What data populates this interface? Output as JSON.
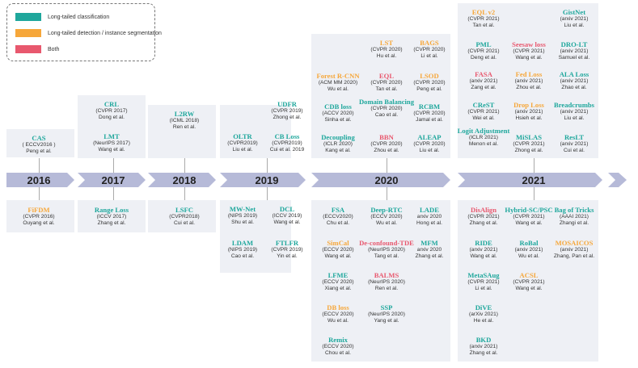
{
  "legend": {
    "items": [
      {
        "label": "Long-tailed classification",
        "color": "#1fa79c"
      },
      {
        "label": "Long-tailed detection / instance segmentation",
        "color": "#f6a73a"
      },
      {
        "label": "Both",
        "color": "#e8586e"
      }
    ]
  },
  "colors": {
    "classification": "#1fa79c",
    "detection": "#f6a73a",
    "both": "#e8586e",
    "panel": "#eef0f5",
    "timeline": "#b6bad8"
  },
  "years": [
    "2016",
    "2017",
    "2018",
    "2019",
    "2020",
    "2021"
  ],
  "entries": [
    {
      "n": "CAS",
      "v": "( ECCV2016 )",
      "a": "Peng et al.",
      "c": "classification"
    },
    {
      "n": "FiFDM",
      "v": "(CVPR 2016)",
      "a": "Ouyang et al.",
      "c": "detection"
    },
    {
      "n": "CRL",
      "v": "(CVPR 2017)",
      "a": "Dong et al.",
      "c": "classification"
    },
    {
      "n": "LMT",
      "v": "(NeurIPS 2017)",
      "a": "Wang et al.",
      "c": "classification"
    },
    {
      "n": "Range Loss",
      "v": "(ICCV 2017)",
      "a": "Zhang et al.",
      "c": "classification"
    },
    {
      "n": "L2RW",
      "v": "(ICML 2018)",
      "a": "Ren et al.",
      "c": "classification"
    },
    {
      "n": "LSFC",
      "v": "(CVPR2018)",
      "a": "Cui et al.",
      "c": "classification"
    },
    {
      "n": "UDFR",
      "v": "(CVPR 2019)",
      "a": "Zhong et al.",
      "c": "classification"
    },
    {
      "n": "OLTR",
      "v": "(CVPR2019)",
      "a": "Liu et al.",
      "c": "classification"
    },
    {
      "n": "CB Loss",
      "v": "(CVPR2019)",
      "a": "Cui et al. 2019",
      "c": "classification"
    },
    {
      "n": "MW-Net",
      "v": "(NIPS 2019)",
      "a": "Shu et al.",
      "c": "classification"
    },
    {
      "n": "DCL",
      "v": "(ICCV 2019)",
      "a": "Wang et al.",
      "c": "classification"
    },
    {
      "n": "LDAM",
      "v": "(NIPS 2019)",
      "a": "Cao et al.",
      "c": "classification"
    },
    {
      "n": "FTLFR",
      "v": "(CVPR 2019)",
      "a": "Yin et al.",
      "c": "classification"
    },
    {
      "n": "LST",
      "v": "(CVPR 2020)",
      "a": "Hu et al.",
      "c": "detection"
    },
    {
      "n": "BAGS",
      "v": "(CVPR 2020)",
      "a": "Li et al.",
      "c": "detection"
    },
    {
      "n": "Forest R-CNN",
      "v": "(ACM MM 2020)",
      "a": "Wu et al.",
      "c": "detection"
    },
    {
      "n": "EQL",
      "v": "(CVPR 2020)",
      "a": "Tan et al.",
      "c": "both"
    },
    {
      "n": "LSOD",
      "v": "(CVPR 2020)",
      "a": "Peng et al.",
      "c": "detection"
    },
    {
      "n": "CDB loss",
      "v": "(ACCV 2020)",
      "a": "Sinha et al.",
      "c": "classification"
    },
    {
      "n": "Domain Balancing",
      "v": "(CVPR 2020)",
      "a": "Cao et al.",
      "c": "classification"
    },
    {
      "n": "RCBM",
      "v": "(CVPR 2020)",
      "a": "Jamal et al.",
      "c": "classification"
    },
    {
      "n": "Decoupling",
      "v": "(ICLR 2020)",
      "a": "Kang et al.",
      "c": "classification"
    },
    {
      "n": "BBN",
      "v": "(CVPR 2020)",
      "a": "Zhou et al.",
      "c": "both"
    },
    {
      "n": "ALEAP",
      "v": "(CVPR 2020)",
      "a": "Liu et al.",
      "c": "classification"
    },
    {
      "n": "FSA",
      "v": "(ECCV2020)",
      "a": "Chu et al.",
      "c": "classification"
    },
    {
      "n": "Deep-RTC",
      "v": "(ECCV 2020)",
      "a": "Wu et al.",
      "c": "classification"
    },
    {
      "n": "LADE",
      "v": "arxiv 2020",
      "a": "Hong et al.",
      "c": "classification"
    },
    {
      "n": "SimCal",
      "v": "(ECCV 2020)",
      "a": "Wang et al.",
      "c": "detection"
    },
    {
      "n": "De-confound-TDE",
      "v": "(NeurIPS 2020)",
      "a": "Tang et al.",
      "c": "both"
    },
    {
      "n": "MFM",
      "v": "arxiv 2020",
      "a": "Zhang et al.",
      "c": "classification"
    },
    {
      "n": "LFME",
      "v": "(ECCV 2020)",
      "a": "Xiang et al.",
      "c": "classification"
    },
    {
      "n": "BALMS",
      "v": "(NeurIPS 2020)",
      "a": "Ren et al.",
      "c": "both"
    },
    {
      "n": "DB loss",
      "v": "(ECCV 2020)",
      "a": "Wu et al.",
      "c": "detection"
    },
    {
      "n": "SSP",
      "v": "(NeurIPS 2020)",
      "a": "Yang et al.",
      "c": "classification"
    },
    {
      "n": "Remix",
      "v": "(ECCV 2020)",
      "a": "Chou et al.",
      "c": "classification"
    },
    {
      "n": "EQL v2",
      "v": "(CVPR 2021)",
      "a": "Tan et al.",
      "c": "detection"
    },
    {
      "n": "GistNet",
      "v": "(arxiv 2021)",
      "a": "Liu et al.",
      "c": "classification"
    },
    {
      "n": "PML",
      "v": "(CVPR 2021)",
      "a": "Deng et al.",
      "c": "classification"
    },
    {
      "n": "Seesaw loss",
      "v": "(CVPR 2021)",
      "a": "Wang et al.",
      "c": "both"
    },
    {
      "n": "DRO-LT",
      "v": "(arxiv 2021)",
      "a": "Samuel et al.",
      "c": "classification"
    },
    {
      "n": "FASA",
      "v": "(arxiv 2021)",
      "a": "Zang et al.",
      "c": "both"
    },
    {
      "n": "Fed Loss",
      "v": "(arxiv 2021)",
      "a": "Zhou et al.",
      "c": "detection"
    },
    {
      "n": "ALA Loss",
      "v": "(arxiv 2021)",
      "a": "Zhao et al.",
      "c": "classification"
    },
    {
      "n": "CReST",
      "v": "(CVPR 2021)",
      "a": "Wei et al.",
      "c": "classification"
    },
    {
      "n": "Drop Loss",
      "v": "(arxiv 2021)",
      "a": "Hsieh et al.",
      "c": "detection"
    },
    {
      "n": "Breadcrumbs",
      "v": "(arxiv 2021)",
      "a": "Liu et al.",
      "c": "classification"
    },
    {
      "n": "Logit Adjustment",
      "v": "(ICLR 2021)",
      "a": "Menon et al.",
      "c": "classification"
    },
    {
      "n": "MiSLAS",
      "v": "(CVPR 2021)",
      "a": "Zhong et al.",
      "c": "classification"
    },
    {
      "n": "ResLT",
      "v": "(arxiv 2021)",
      "a": "Cui et al.",
      "c": "classification"
    },
    {
      "n": "DisAlign",
      "v": "(CVPR 2021)",
      "a": "Zhang et al.",
      "c": "both"
    },
    {
      "n": "Hybrid-SC/PSC",
      "v": "(CVPR 2021)",
      "a": "Wang et al.",
      "c": "classification"
    },
    {
      "n": "Bag of Tricks",
      "v": "(AAAI 2021)",
      "a": "Zhangi et al.",
      "c": "classification"
    },
    {
      "n": "RIDE",
      "v": "(arxiv 2021)",
      "a": "Wang et al.",
      "c": "classification"
    },
    {
      "n": "RoBal",
      "v": "(arxiv 2021)",
      "a": "Wu et al.",
      "c": "classification"
    },
    {
      "n": "MOSAICOS",
      "v": "(arxiv 2021)",
      "a": "Zhang, Pan et al.",
      "c": "detection"
    },
    {
      "n": "MetaSAug",
      "v": "(CVPR 2021)",
      "a": "Li et al.",
      "c": "classification"
    },
    {
      "n": "ACSL",
      "v": "(CVPR 2021)",
      "a": "Wang et al.",
      "c": "detection"
    },
    {
      "n": "DiVE",
      "v": "(arXiv 2021)",
      "a": "He et al.",
      "c": "classification"
    },
    {
      "n": "BKD",
      "v": "(arxiv 2021)",
      "a": "Zhang et al.",
      "c": "classification"
    }
  ]
}
